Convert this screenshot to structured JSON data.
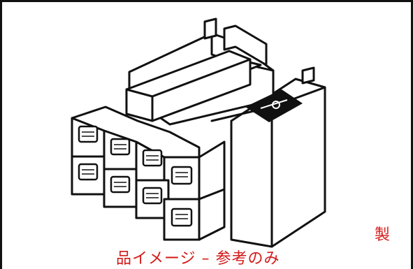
{
  "image": {
    "subject": "connector-product-illustration"
  },
  "caption": {
    "part1": "製",
    "part2": "品イメージ – 参考のみ"
  },
  "colors": {
    "caption": "#d21a1a",
    "border": "#111111",
    "line": "#111111"
  }
}
